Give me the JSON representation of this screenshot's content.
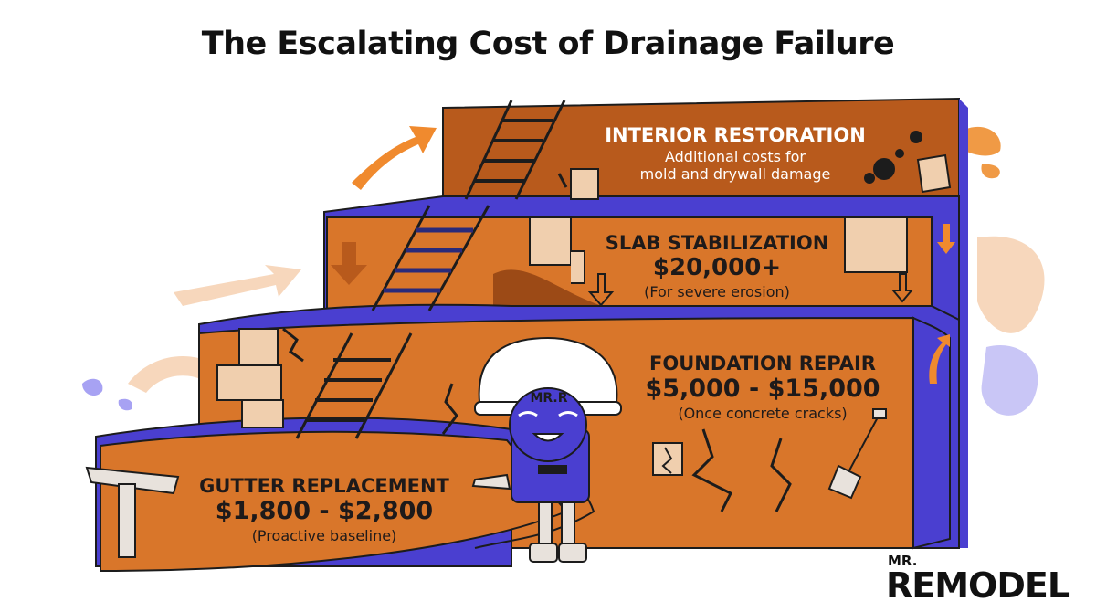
{
  "title": "The Escalating Cost of Drainage Failure",
  "steps": [
    {
      "heading": "INTERIOR RESTORATION",
      "value": "",
      "note_line1": "Additional costs for",
      "note_line2": "mold and drywall damage"
    },
    {
      "heading": "SLAB STABILIZATION",
      "value": "$20,000+",
      "note_line1": "(For severe erosion)",
      "note_line2": ""
    },
    {
      "heading": "FOUNDATION REPAIR",
      "value": "$5,000 - $15,000",
      "note_line1": "(Once concrete cracks)",
      "note_line2": ""
    },
    {
      "heading": "GUTTER REPLACEMENT",
      "value": "$1,800 - $2,800",
      "note_line1": "(Proactive baseline)",
      "note_line2": ""
    }
  ],
  "mascot": {
    "helmet_text": "MR.R"
  },
  "logo": {
    "top": "MR.",
    "main": "REMODEL"
  },
  "colors": {
    "orange": "#d9762a",
    "dark_orange": "#b85a1c",
    "purple": "#4a3fd0",
    "light_purple": "#8e88f0",
    "peach": "#f4c9a4"
  },
  "icons": [
    "gutter-icon",
    "ladder-icon",
    "crack-icon",
    "shovel-icon",
    "mold-icon",
    "down-arrow-icon",
    "up-arrow-icon"
  ]
}
